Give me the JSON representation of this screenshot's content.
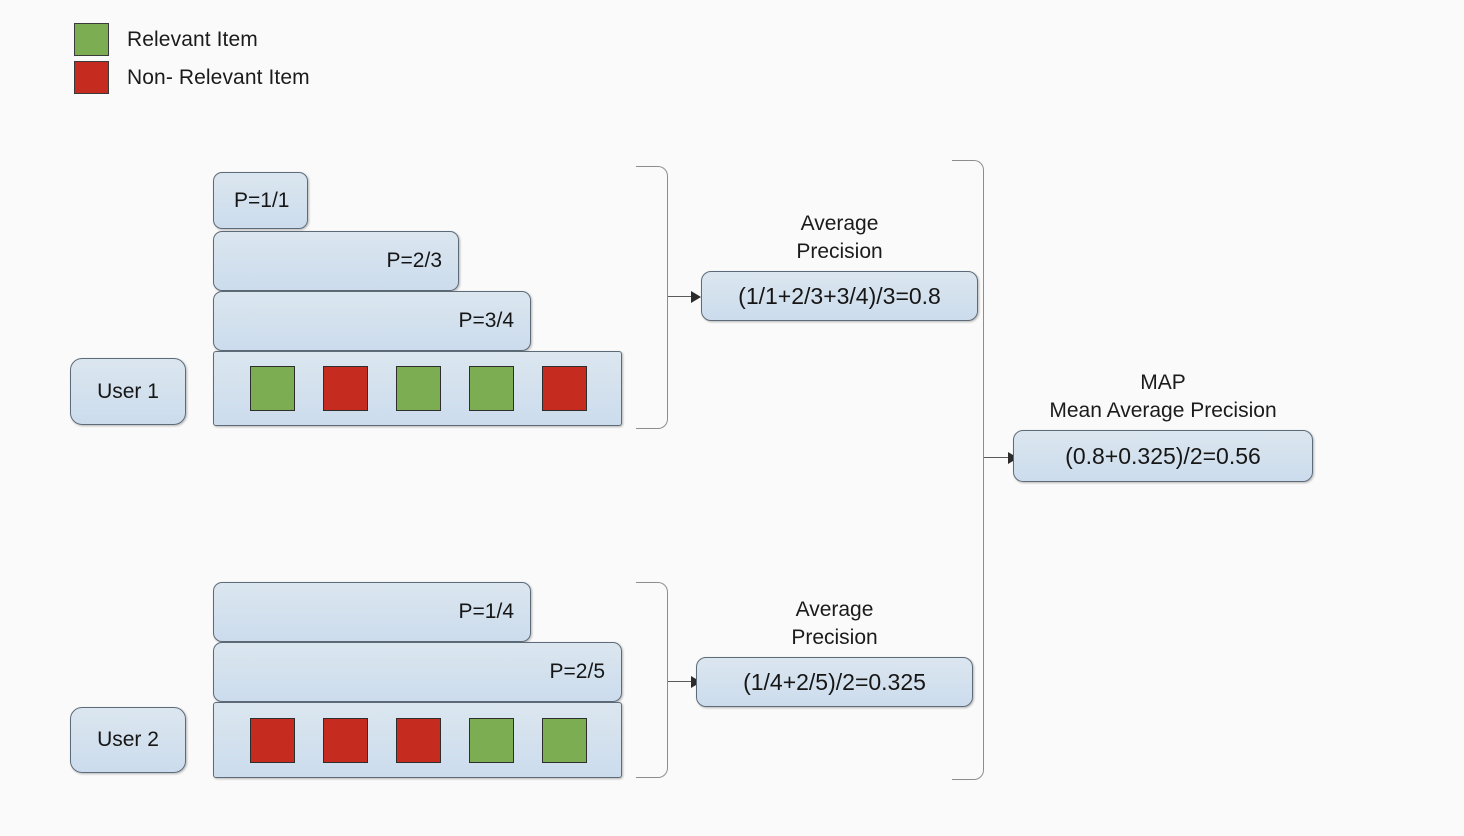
{
  "legend": {
    "items": [
      {
        "label": "Relevant Item",
        "color": "#7cad52",
        "icon": "green-square-icon"
      },
      {
        "label": "Non- Relevant Item",
        "color": "#c62b20",
        "icon": "red-square-icon"
      }
    ]
  },
  "users": [
    {
      "id": "user-1",
      "label": "User 1",
      "precision_bars": [
        {
          "text": "P=1/1"
        },
        {
          "text": "P=2/3"
        },
        {
          "text": "P=3/4"
        }
      ],
      "items": [
        "relevant",
        "non-relevant",
        "relevant",
        "relevant",
        "non-relevant"
      ],
      "average_precision": {
        "caption": "Average\nPrecision",
        "formula": "(1/1+2/3+3/4)/3=0.8",
        "value": 0.8
      }
    },
    {
      "id": "user-2",
      "label": "User 2",
      "precision_bars": [
        {
          "text": "P=1/4"
        },
        {
          "text": "P=2/5"
        }
      ],
      "items": [
        "non-relevant",
        "non-relevant",
        "non-relevant",
        "relevant",
        "relevant"
      ],
      "average_precision": {
        "caption": "Average\nPrecision",
        "formula": "(1/4+2/5)/2=0.325",
        "value": 0.325
      }
    }
  ],
  "map": {
    "caption": "MAP\nMean Average Precision",
    "formula": "(0.8+0.325)/2=0.56",
    "value": 0.56
  },
  "colors": {
    "relevant": "#7cad52",
    "non_relevant": "#c62b20",
    "node_fill": "#d6e2ec",
    "node_border": "#5d6b78",
    "background": "#fafafa"
  }
}
